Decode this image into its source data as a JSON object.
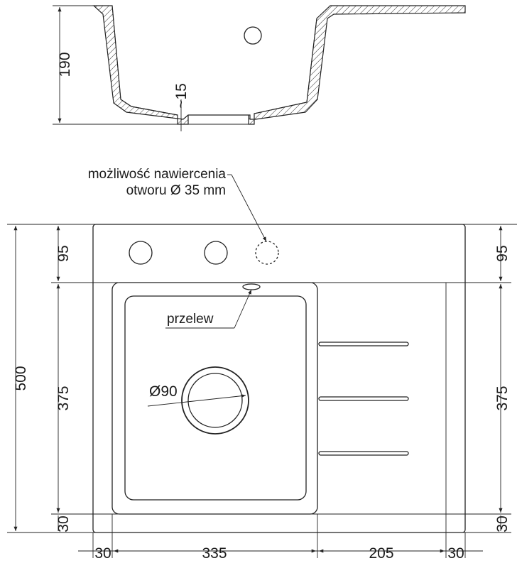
{
  "section_view": {
    "height_label": "190",
    "depth_label": "~15"
  },
  "annotations": {
    "drill_line1": "możliwość nawiercenia",
    "drill_line2": "otworu Ø 35 mm",
    "overflow": "przelew",
    "drain_diameter": "Ø90"
  },
  "dimensions": {
    "overall_depth": "500",
    "left_top": "95",
    "left_mid": "375",
    "left_bottom": "30",
    "right_top": "95",
    "right_mid": "375",
    "right_bottom": "30",
    "bottom_left_margin": "30",
    "bowl_width": "335",
    "drainer_width": "205",
    "bottom_right_margin": "30"
  }
}
